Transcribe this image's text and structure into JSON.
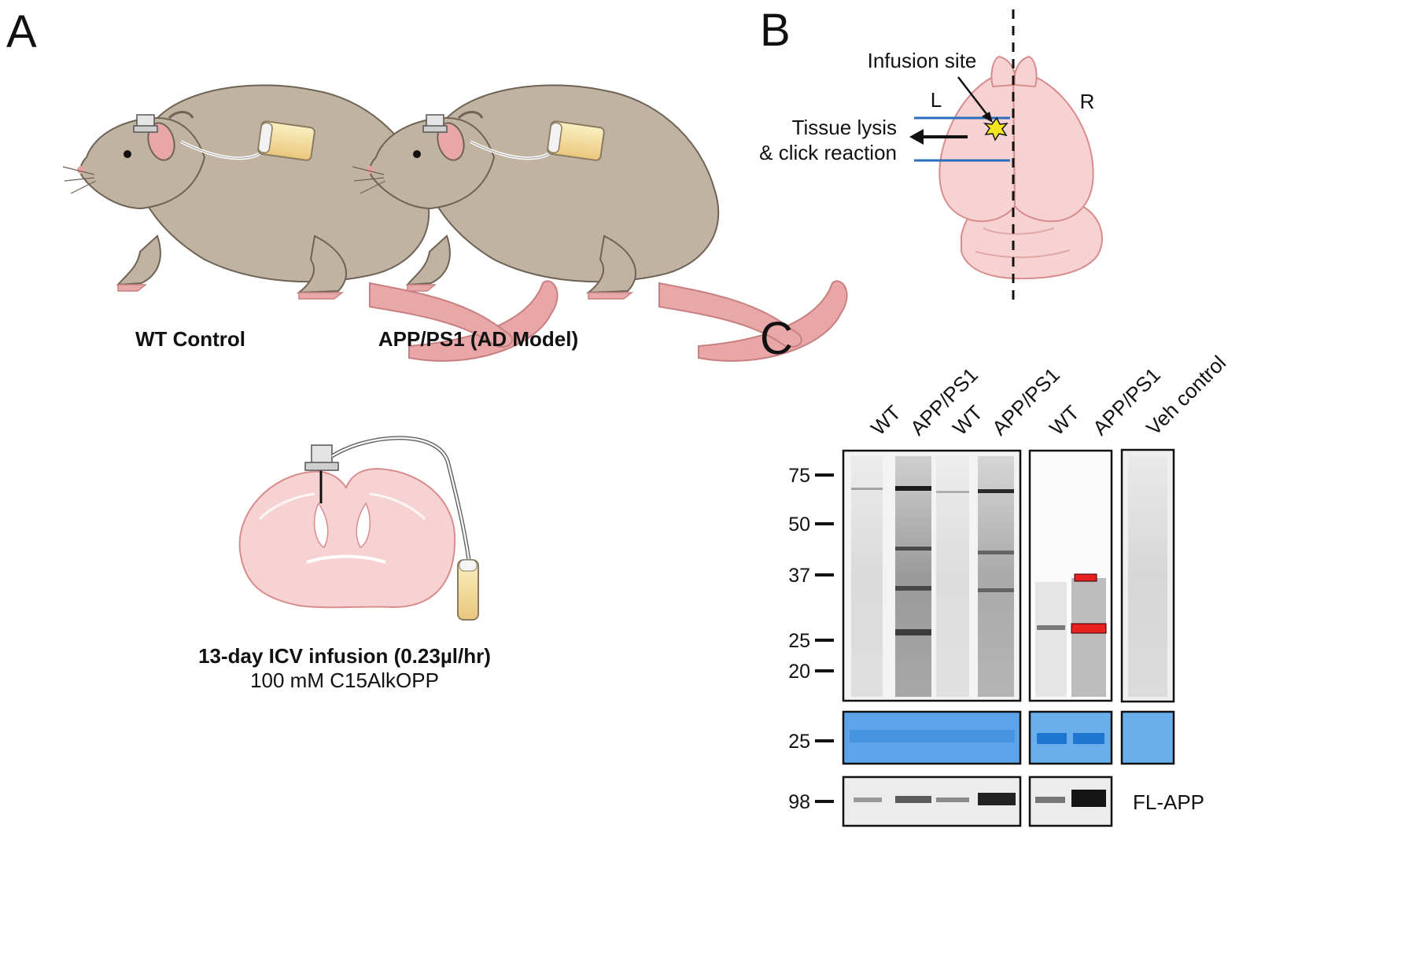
{
  "panels": {
    "a": "A",
    "b": "B",
    "c": "C"
  },
  "panel_a": {
    "mouse_left_label": "WT Control",
    "mouse_right_label": "APP/PS1 (AD Model)",
    "infusion_title": "13-day ICV infusion (0.23µl/hr)",
    "infusion_compound": "100 mM C15AlkOPP"
  },
  "panel_b": {
    "infusion_site": "Infusion site",
    "left": "L",
    "right": "R",
    "lysis_line1": "Tissue lysis",
    "lysis_line2": "& click reaction"
  },
  "panel_c": {
    "lanes": [
      {
        "label": "WT"
      },
      {
        "label": "APP/PS1"
      },
      {
        "label": "WT"
      },
      {
        "label": "APP/PS1"
      },
      {
        "label": "WT"
      },
      {
        "label": "APP/PS1"
      },
      {
        "label": "Veh control"
      }
    ],
    "markers_main": [
      "75",
      "50",
      "37",
      "25",
      "20"
    ],
    "marker_loading": "25",
    "marker_flapp": "98",
    "flapp_label": "FL-APP"
  },
  "colors": {
    "mouse_fur": "#c0b3a2",
    "brain_fill": "#f6d2d2",
    "brain_stroke": "#d98c8c",
    "blot_blue": "#3f8fdc",
    "red_band": "#e8201e",
    "section_line": "#2a6fbe"
  }
}
